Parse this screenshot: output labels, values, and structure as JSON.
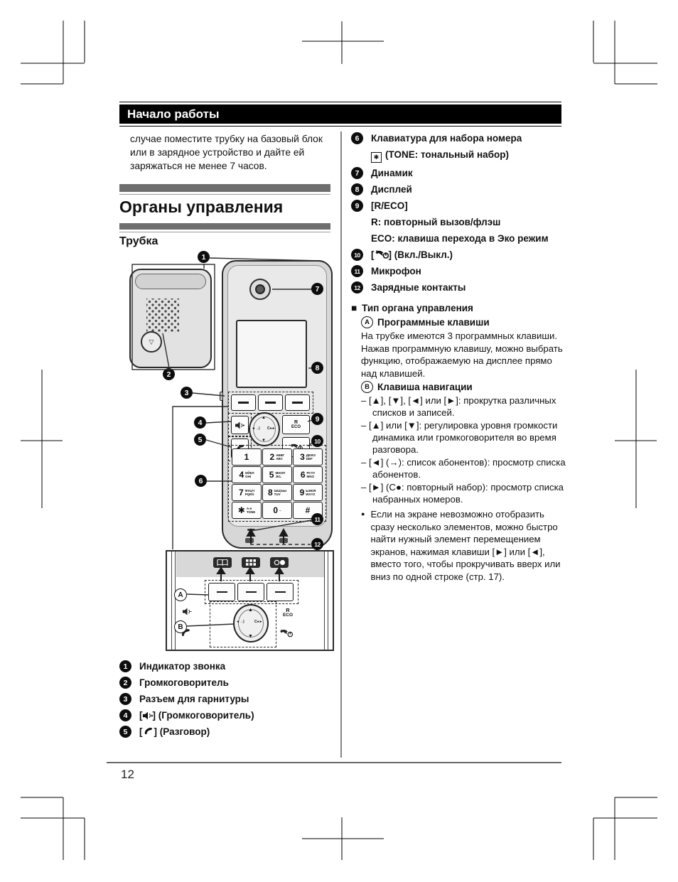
{
  "header": {
    "title": "Начало работы"
  },
  "footer": {
    "page_number": "12"
  },
  "left": {
    "intro": "случае поместите трубку на базовый блок или в зарядное устройство и дайте ей заряжаться не менее 7 часов.",
    "section_title": "Органы управления",
    "subsection_title": "Трубка"
  },
  "diagram": {
    "callouts": {
      "n1": "1",
      "n2": "2",
      "n3": "3",
      "n4": "4",
      "n5": "5",
      "n6": "6",
      "n7": "7",
      "n8": "8",
      "n9": "9",
      "n10": "10",
      "n11": "11",
      "n12": "12",
      "a": "A",
      "b": "B"
    },
    "nav": {
      "r": "R",
      "eco": "ECO",
      "up": "▲",
      "down": "▼",
      "left_glyph": "◄→)",
      "right_glyph": "C●►"
    },
    "clip_mark": "▽",
    "keys": [
      {
        "d": "1",
        "cyr": "",
        "lat": ""
      },
      {
        "d": "2",
        "cyr": "АБВГ",
        "lat": "ABC"
      },
      {
        "d": "3",
        "cyr": "ДЕЖЗ",
        "lat": "DEF"
      },
      {
        "d": "4",
        "cyr": "ИЙКЛ",
        "lat": "GHI"
      },
      {
        "d": "5",
        "cyr": "МНОП",
        "lat": "JKL"
      },
      {
        "d": "6",
        "cyr": "РСТУ",
        "lat": "MNO"
      },
      {
        "d": "7",
        "cyr": "ФХЦЧ",
        "lat": "PQRS"
      },
      {
        "d": "8",
        "cyr": "ШЩЪЫ",
        "lat": "TUV"
      },
      {
        "d": "9",
        "cyr": "ЬЭЮЯ",
        "lat": "WXYZ"
      },
      {
        "d": "✱",
        "cyr": "А-я",
        "lat": "TONE"
      },
      {
        "d": "0",
        "cyr": "",
        "lat": "–"
      },
      {
        "d": "#",
        "cyr": "",
        "lat": ""
      }
    ]
  },
  "handset_items": [
    {
      "num": "1",
      "label": "Индикатор звонка"
    },
    {
      "num": "2",
      "label": "Громкоговоритель"
    },
    {
      "num": "3",
      "label": "Разъем для гарнитуры"
    },
    {
      "num": "4",
      "pre": "[",
      "post": "] (Громкоговоритель)"
    },
    {
      "num": "5",
      "pre": "[",
      "post": "] (Разговор)"
    }
  ],
  "right_items": [
    {
      "num": "6",
      "label": "Клавиатура для набора номера",
      "star": "✱",
      "sub": "(TONE: тональный набор)"
    },
    {
      "num": "7",
      "label": "Динамик"
    },
    {
      "num": "8",
      "label": "Дисплей"
    },
    {
      "num": "9",
      "label": "[R/ECO]",
      "sub1": "R: повторный вызов/флэш",
      "sub2": "ECO: клавиша перехода в Эко режим"
    },
    {
      "num": "10",
      "pre": "[",
      "post": "] (Вкл./Выкл.)"
    },
    {
      "num": "11",
      "label": "Микрофон"
    },
    {
      "num": "12",
      "label": "Зарядные контакты"
    }
  ],
  "control": {
    "square": "■",
    "heading": "Тип органа управления",
    "a_letter": "A",
    "a_title": "Программные клавиши",
    "a_text": "На трубке имеются 3 программных клавиши. Нажав программную клавишу, можно выбрать функцию, отображаемую на дисплее прямо над клавишей.",
    "b_letter": "B",
    "b_title": "Клавиша навигации",
    "b_lines": [
      "– [▲], [▼], [◄] или [►]: прокрутка различных списков и записей.",
      "– [▲] или [▼]: регулировка уровня громкости динамика или громкоговорителя во время разговора.",
      "– [◄] (→): список абонентов): просмотр списка абонентов.",
      "– [►] (C●: повторный набор): просмотр списка набранных номеров."
    ],
    "bullet_mark": "●",
    "bullet": "Если на экране невозможно отобразить сразу несколько элементов, можно быстро найти нужный элемент перемещением экранов, нажимая клавиши [►] или [◄], вместо того, чтобы прокручивать вверх или вниз по одной строке (стр. 17)."
  }
}
